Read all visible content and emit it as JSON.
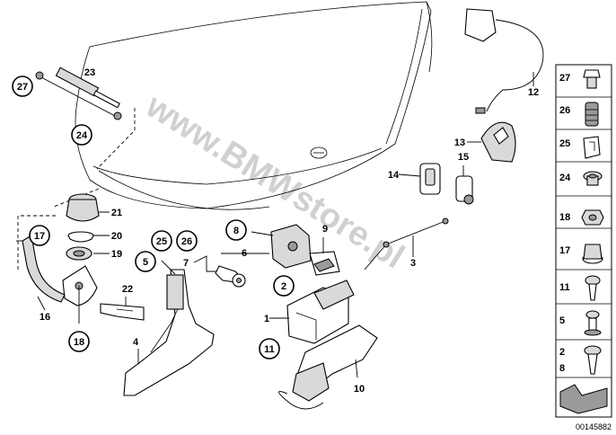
{
  "diagram": {
    "watermark": "www.BMWstore.pl",
    "part_number": "00145882",
    "callouts": {
      "c1": "1",
      "c2": "2",
      "c3": "3",
      "c4": "4",
      "c5": "5",
      "c6": "6",
      "c7": "7",
      "c8": "8",
      "c9": "9",
      "c10": "10",
      "c11": "11",
      "c12": "12",
      "c13": "13",
      "c14": "14",
      "c15": "15",
      "c16": "16",
      "c17": "17",
      "c18": "18",
      "c19": "19",
      "c20": "20",
      "c21": "21",
      "c22": "22",
      "c23": "23",
      "c24": "24",
      "c25": "25",
      "c26": "26",
      "c27": "27"
    },
    "legend": [
      "27",
      "26",
      "25",
      "24",
      "18",
      "17",
      "11",
      "5",
      "2",
      "8"
    ]
  }
}
